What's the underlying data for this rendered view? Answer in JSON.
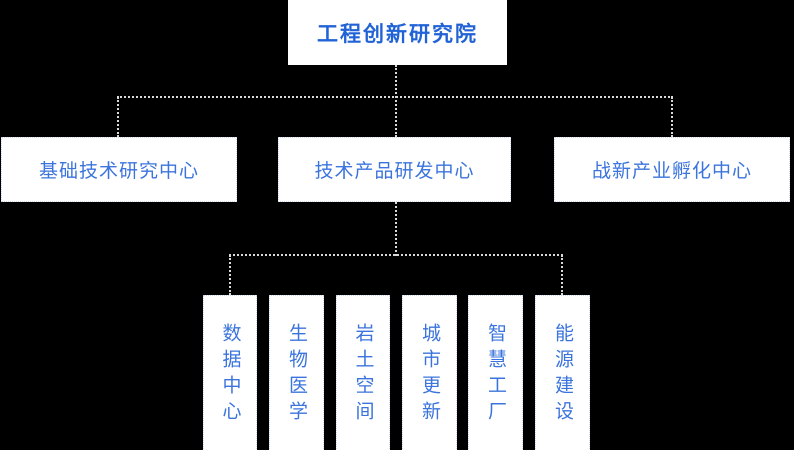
{
  "colors": {
    "background": "#000000",
    "node_background": "#ffffff",
    "root_text": "#2163d6",
    "node_text": "#3b74dc",
    "connector": "#d9d9d9",
    "node_border": "#ccd8ec"
  },
  "root": {
    "label": "工程创新研究院"
  },
  "centers": [
    {
      "label": "基础技术研究中心"
    },
    {
      "label": "技术产品研发中心"
    },
    {
      "label": "战新产业孵化中心"
    }
  ],
  "departments": [
    {
      "label": "数据中心"
    },
    {
      "label": "生物医学"
    },
    {
      "label": "岩土空间"
    },
    {
      "label": "城市更新"
    },
    {
      "label": "智慧工厂"
    },
    {
      "label": "能源建设"
    }
  ]
}
